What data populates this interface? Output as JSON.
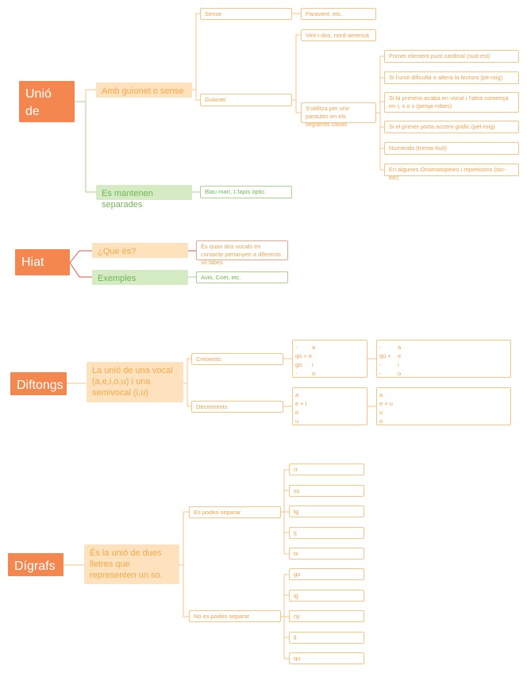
{
  "union": {
    "root": "Unió de\nparaules",
    "amb": "Amb guionet o sense",
    "sense": "Sense",
    "sense_ex": "Paravent, etc.",
    "guionet": "Guionet",
    "vint": "Vint-i-dos, nord-americà",
    "sutilitza": "S'utilitza per unir paraules en els següents casos",
    "cases": [
      "Primer element punt cardinal (sud-est)",
      "Si l'unió dificulta o altera la lectura (pit-roig)",
      "Si la primera acaba en vocal i l'altra comença en r, s o x (penja-robes)",
      "Si el primer porta accent gràfic (pèl-roig)",
      "Numerals (trenta-huit)",
      "En algunes Onomatopeies i repeticions (toc-toc)"
    ],
    "separades": "Es mantenen separades",
    "separades_ex": "Blau marí, L'lapis òptic."
  },
  "hiat": {
    "root": "Hiat",
    "que": "¿Que és?",
    "def": "És quan dos vocals en contacte pertanyen a diferents síl·labes",
    "exemples": "Exemples",
    "ex": "Avió, Coet, etc."
  },
  "diftongs": {
    "root": "Diftongs",
    "def": "La unió de una vocal (a,e,i,o,u) i una semivocal (i,u)",
    "creixents": "Creixents",
    "decreixents": "Decreixents",
    "cre_table1": [
      [
        "-",
        "a"
      ],
      [
        "qü + e",
        ""
      ],
      [
        "gü",
        "i"
      ],
      [
        "-",
        "o"
      ]
    ],
    "cre_table2": [
      [
        "-",
        "a"
      ],
      [
        "qü + ",
        "e"
      ],
      [
        "-",
        "i"
      ],
      [
        "-",
        "o"
      ]
    ],
    "dec_table1": [
      "a",
      "e + i",
      "o",
      "u"
    ],
    "dec_table2": [
      "a",
      "e + u",
      "u",
      "o"
    ]
  },
  "digrafs": {
    "root": "Dígrafs",
    "def": "És la unió de dues lletres que representen un so.",
    "poden": "Es poden separar",
    "no_poden": "No es poden separar",
    "poden_items": [
      "rr",
      "ss",
      "tg",
      "tj",
      "tx"
    ],
    "no_items": [
      "gu",
      "ig",
      "ny",
      "ll",
      "qu"
    ]
  },
  "colors": {
    "root": "#f4874f",
    "orange_line": "#f9c485",
    "green_line": "#a7d58d",
    "red_line": "#e2553b"
  }
}
